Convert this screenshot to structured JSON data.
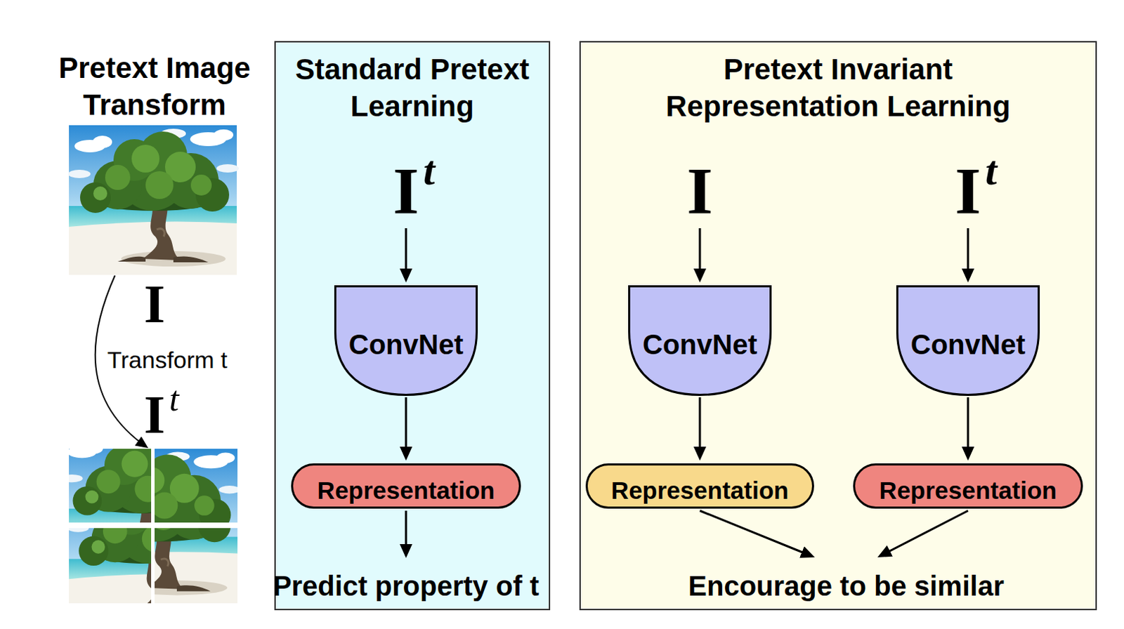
{
  "diagram": {
    "nodes": [
      {
        "text": [
          "Standard Pretext Learning"
        ]
      },
      {
        "text": [
          "I",
          "t"
        ],
        "in": 0
      },
      {
        "text": [
          "ConvNet"
        ],
        "in": 0
      },
      {
        "text": [
          "Representation"
        ],
        "in": 0
      },
      {
        "text": [
          "Predict property of t"
        ],
        "in": 0
      },
      {
        "text": [
          "Pretext Invariant Representation Learning"
        ]
      },
      {
        "text": [
          "I"
        ],
        "in": 5
      },
      {
        "text": [
          "I",
          "t"
        ],
        "in": 5
      },
      {
        "text": [
          "ConvNet"
        ],
        "in": 5
      },
      {
        "text": [
          "ConvNet"
        ],
        "in": 5
      },
      {
        "text": [
          "Representation"
        ],
        "in": 5
      },
      {
        "text": [
          "Representation"
        ],
        "in": 5
      },
      {
        "text": [
          "Encourage to be similar"
        ],
        "in": 5
      }
    ],
    "edges": [
      {
        "from": 1,
        "to": 2,
        "arrow": "to"
      },
      {
        "from": 2,
        "to": 3,
        "arrow": "to"
      },
      {
        "from": 3,
        "to": 4,
        "arrow": "to"
      },
      {
        "from": 6,
        "to": 8,
        "arrow": "to"
      },
      {
        "from": 7,
        "to": 9,
        "arrow": "to"
      },
      {
        "from": 8,
        "to": 10,
        "arrow": "to"
      },
      {
        "from": 9,
        "to": 11,
        "arrow": "to"
      },
      {
        "from": 10,
        "to": 12,
        "arrow": "to"
      },
      {
        "from": 11,
        "to": 12,
        "arrow": "to"
      }
    ],
    "labels": [
      "Pretext Image Transform",
      "I",
      "Transform t",
      "I",
      "t"
    ]
  }
}
